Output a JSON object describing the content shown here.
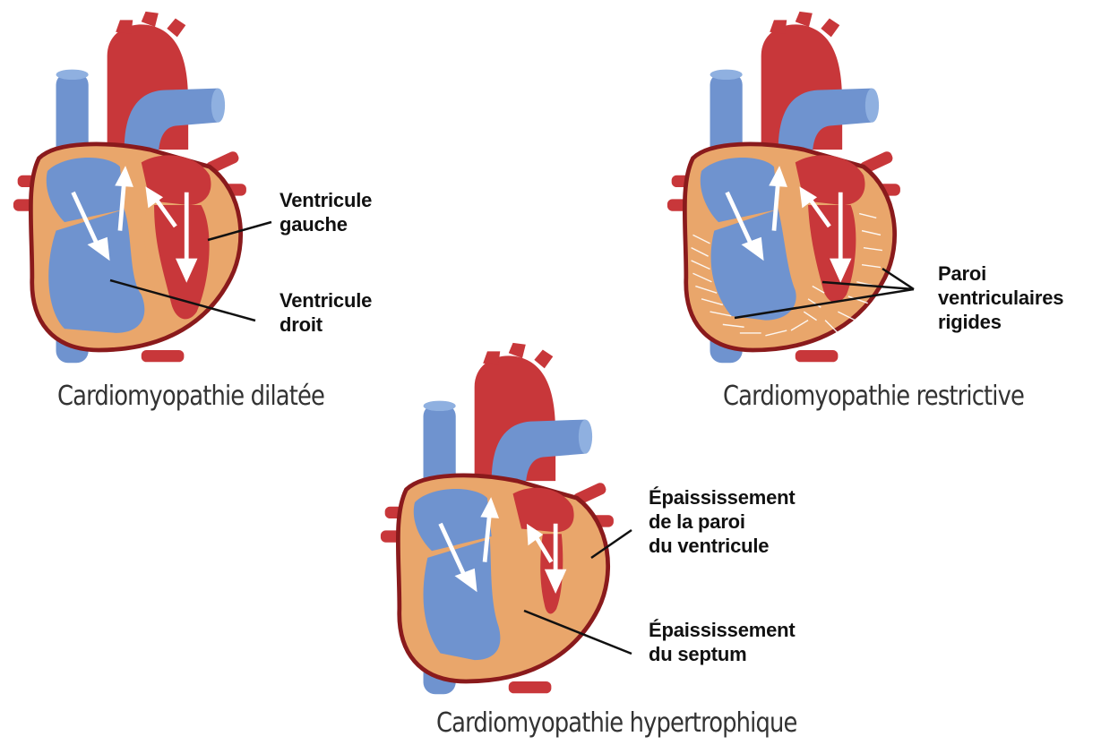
{
  "colors": {
    "artery_red": "#c8373a",
    "vein_blue": "#6f93cf",
    "muscle": "#e9a66b",
    "outline": "#8a1a1c",
    "arrow": "#ffffff",
    "text": "#111111"
  },
  "hearts": [
    {
      "caption": "Cardiomyopathie dilatée",
      "labels": [
        "Ventricule\ngauche",
        "Ventricule\ndroit"
      ]
    },
    {
      "caption": "Cardiomyopathie restrictive",
      "labels": [
        "Paroi\nventriculaires\nrigides"
      ]
    },
    {
      "caption": "Cardiomyopathie hypertrophique",
      "labels": [
        "Épaississement\nde la paroi\ndu ventricule",
        "Épaississement\ndu septum"
      ]
    }
  ]
}
